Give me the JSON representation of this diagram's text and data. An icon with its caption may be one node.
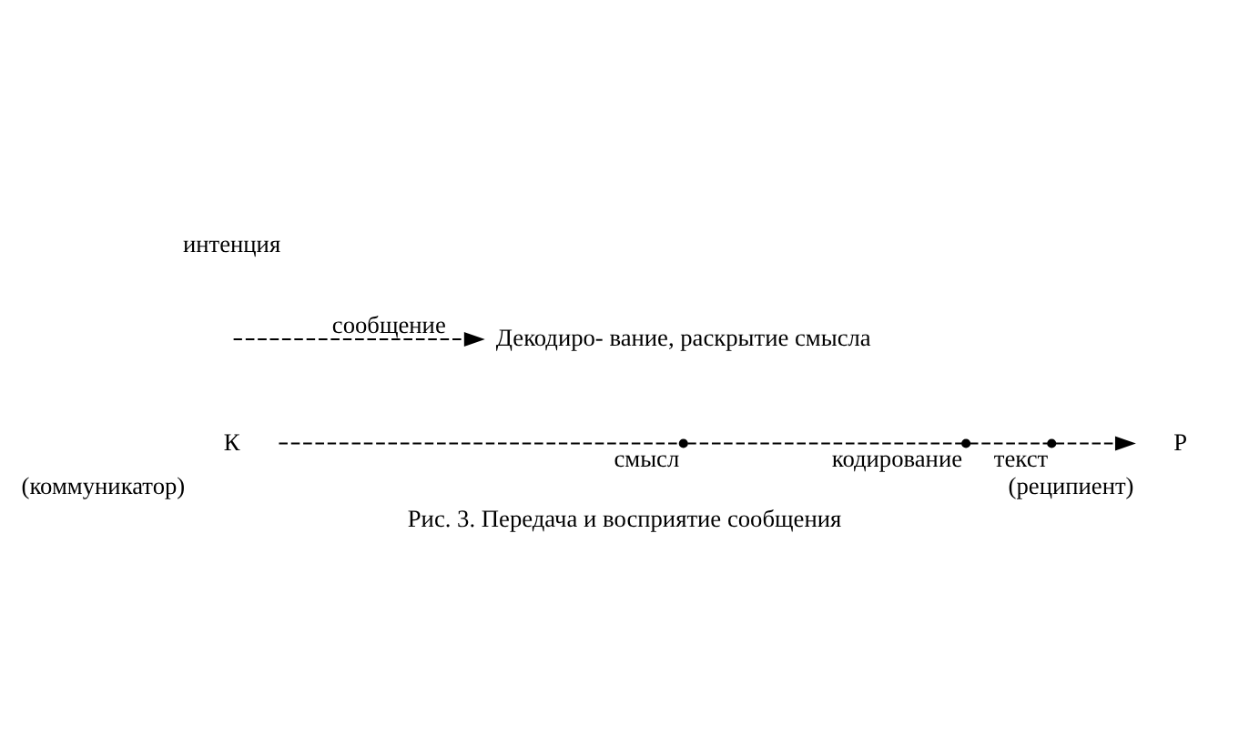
{
  "diagram": {
    "caption": "Рис. 3. Передача и восприятие сообщения",
    "nodes": [
      {
        "text": [
          "К"
        ],
        "beside": [
          "(коммуникатор)"
        ]
      },
      {
        "text": [],
        "shape": "circle",
        "beside": [
          "смысл"
        ]
      },
      {
        "text": [],
        "shape": "circle",
        "beside": [
          "кодирование"
        ]
      },
      {
        "text": [],
        "shape": "circle",
        "beside": [
          "текст"
        ]
      },
      {
        "text": [
          "Декодиро- вание, раскрытие смысла"
        ]
      },
      {
        "text": [
          "Р"
        ],
        "beside": [
          "(реципиент)"
        ]
      }
    ],
    "edges": [
      {
        "from": 0,
        "to": 1,
        "arrow": "none",
        "style": "dashed"
      },
      {
        "from": 1,
        "to": 2,
        "arrow": "none",
        "style": "dashed"
      },
      {
        "from": 2,
        "to": 3,
        "arrow": "none",
        "style": "dashed"
      },
      {
        "from": 3,
        "to": 5,
        "arrow": "to",
        "style": "dashed"
      },
      {
        "from": null,
        "to": 4,
        "arrow": "to",
        "label": "сообщение",
        "style": "dashed"
      }
    ],
    "labels": [
      "интенция"
    ]
  }
}
